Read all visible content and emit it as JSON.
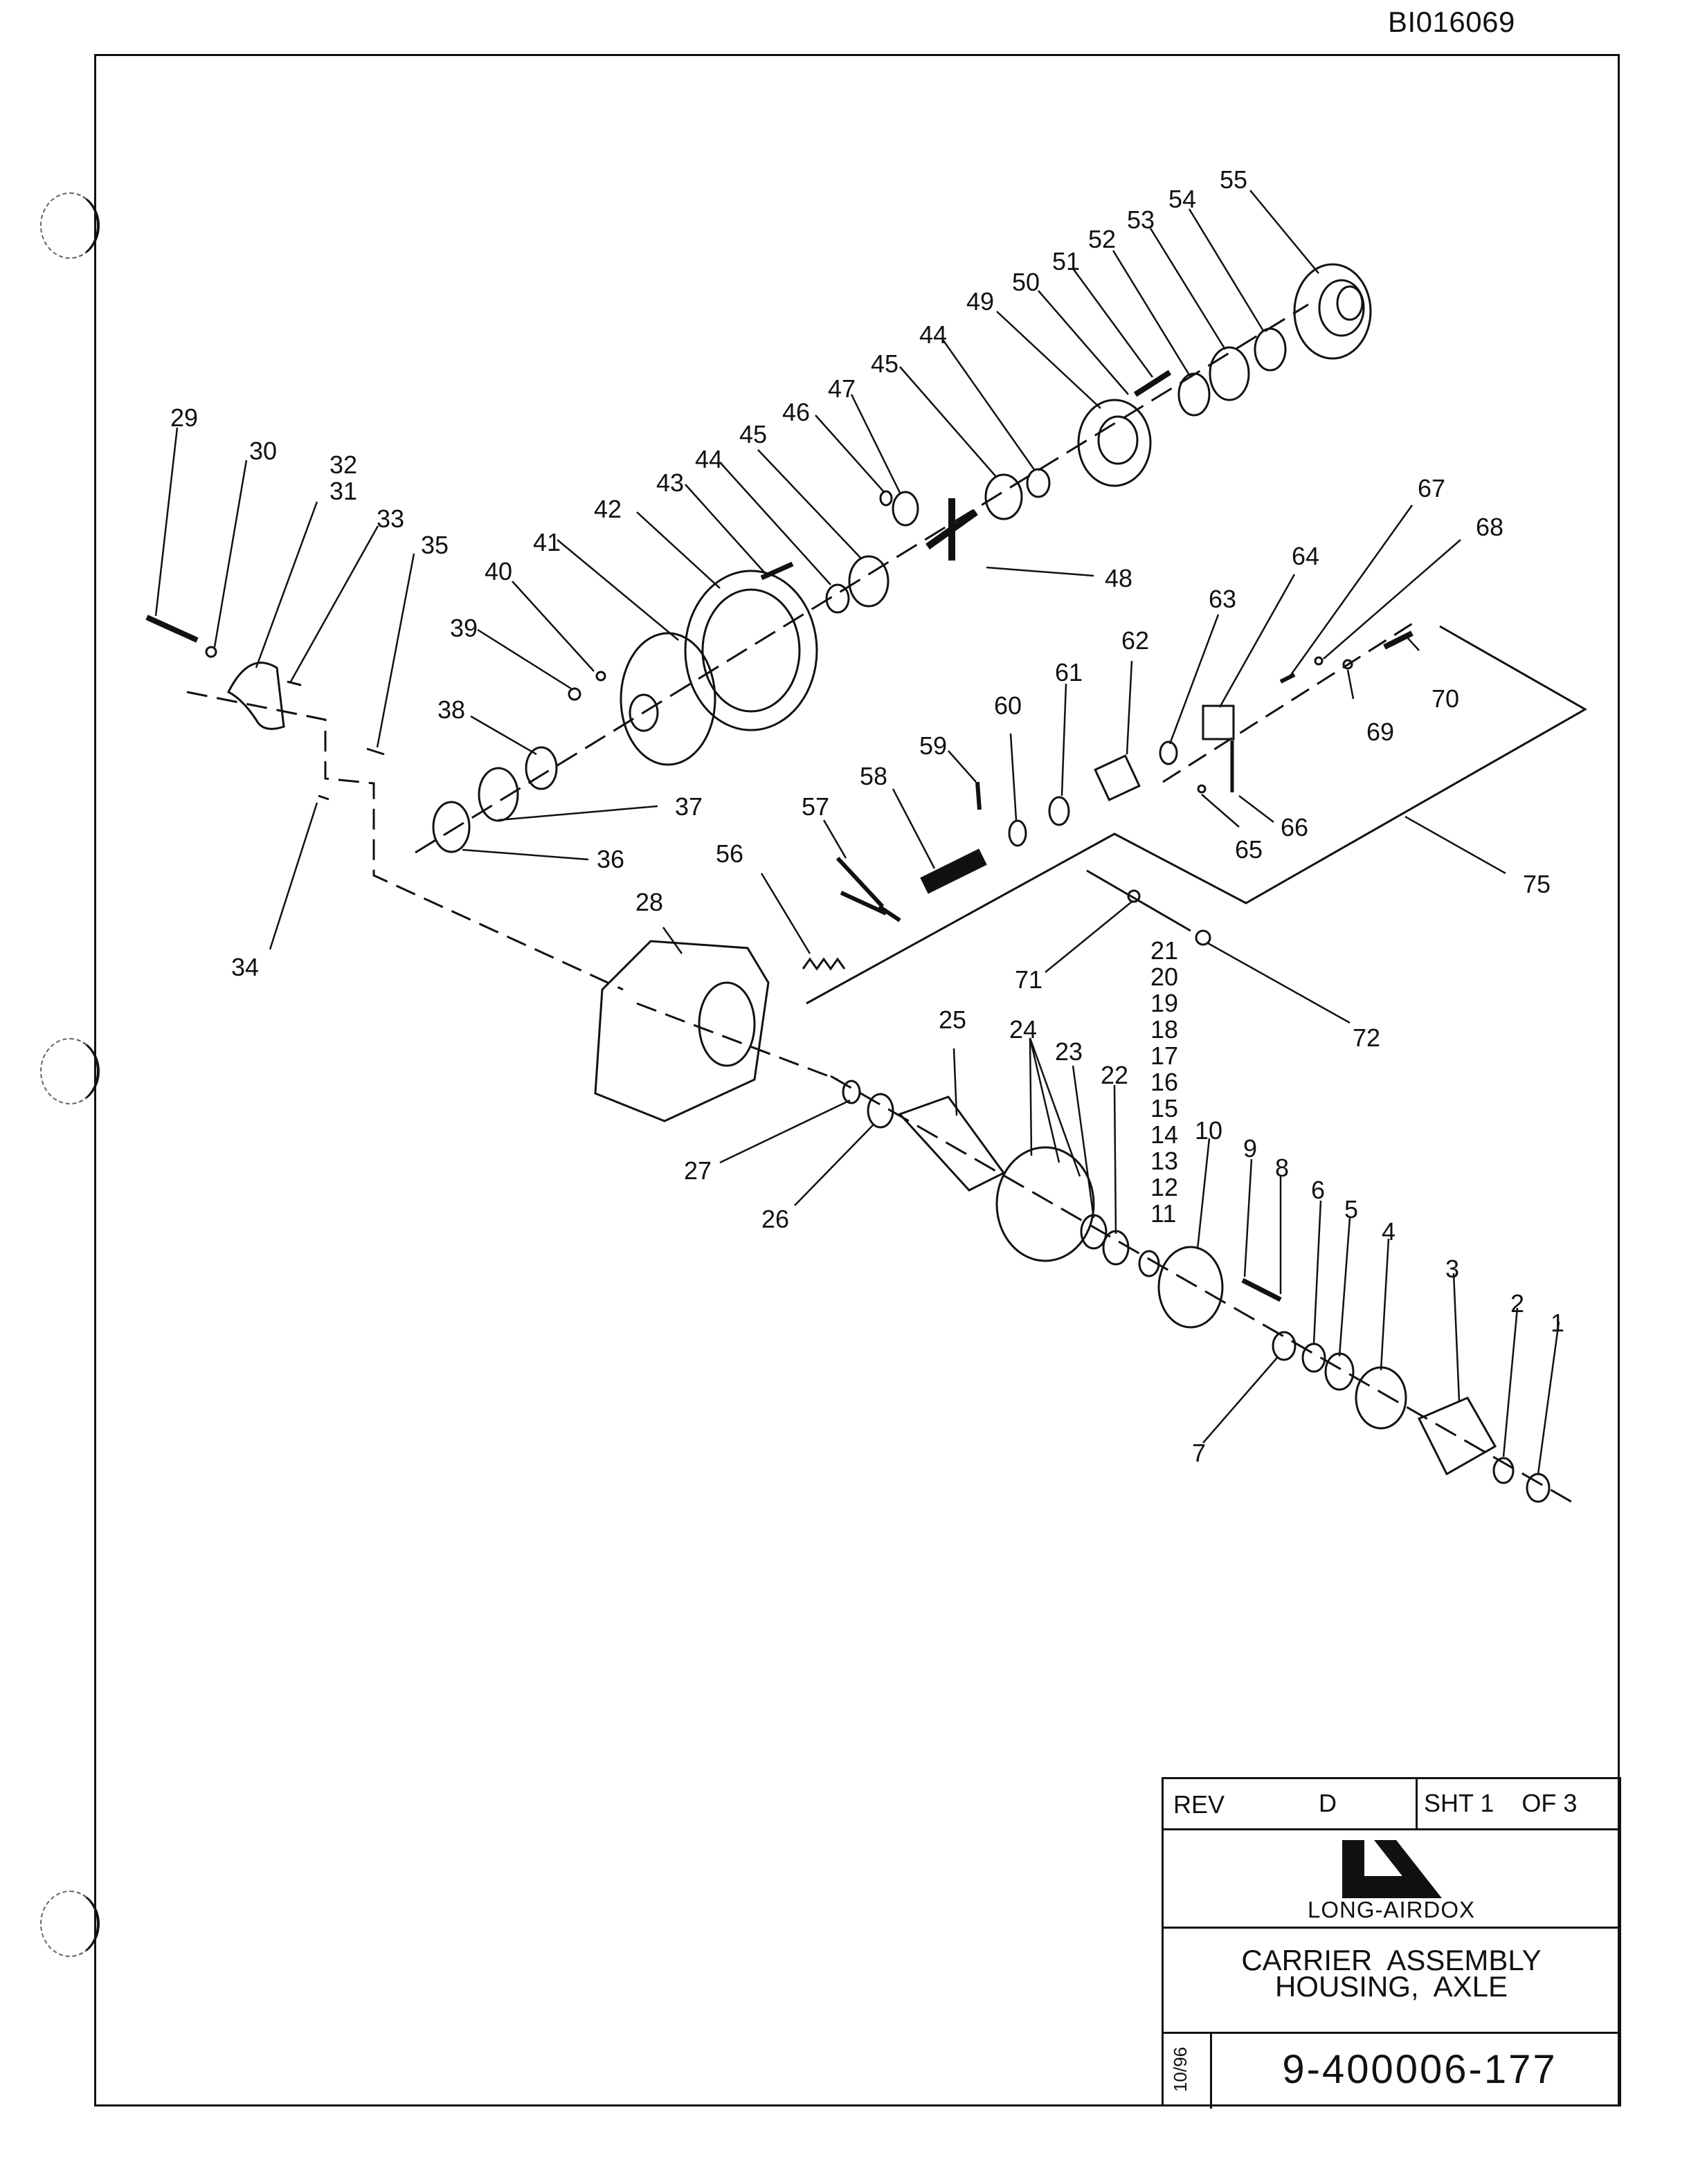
{
  "document": {
    "doc_id": "BI016069"
  },
  "title_block": {
    "rev_label": "REV",
    "rev_value": "D",
    "sheet_label": "SHT 1    OF 3",
    "company": "LONG-AIRDOX",
    "title_line1": "CARRIER  ASSEMBLY",
    "title_line2": "HOUSING,  AXLE",
    "date": "10/96",
    "drawing_number": "9-400006-177"
  },
  "callouts": {
    "c1": "1",
    "c2": "2",
    "c3": "3",
    "c4": "4",
    "c5": "5",
    "c6": "6",
    "c7": "7",
    "c8": "8",
    "c9": "9",
    "c10": "10",
    "c11": "11",
    "c12": "12",
    "c13": "13",
    "c14": "14",
    "c15": "15",
    "c16": "16",
    "c17": "17",
    "c18": "18",
    "c19": "19",
    "c20": "20",
    "c21": "21",
    "c22": "22",
    "c23": "23",
    "c24": "24",
    "c25": "25",
    "c26": "26",
    "c27": "27",
    "c28": "28",
    "c29": "29",
    "c30": "30",
    "c31": "31",
    "c32": "32",
    "c33": "33",
    "c34": "34",
    "c35": "35",
    "c36": "36",
    "c37": "37",
    "c38": "38",
    "c39": "39",
    "c40": "40",
    "c41": "41",
    "c42": "42",
    "c43": "43",
    "c44a": "44",
    "c44b": "44",
    "c45a": "45",
    "c45b": "45",
    "c46": "46",
    "c47": "47",
    "c48": "48",
    "c49": "49",
    "c50": "50",
    "c51": "51",
    "c52": "52",
    "c53": "53",
    "c54": "54",
    "c55": "55",
    "c56": "56",
    "c57": "57",
    "c58": "58",
    "c59": "59",
    "c60": "60",
    "c61": "61",
    "c62": "62",
    "c63": "63",
    "c64": "64",
    "c65": "65",
    "c66": "66",
    "c67": "67",
    "c68": "68",
    "c69": "69",
    "c70": "70",
    "c71": "71",
    "c72": "72",
    "c75": "75"
  }
}
